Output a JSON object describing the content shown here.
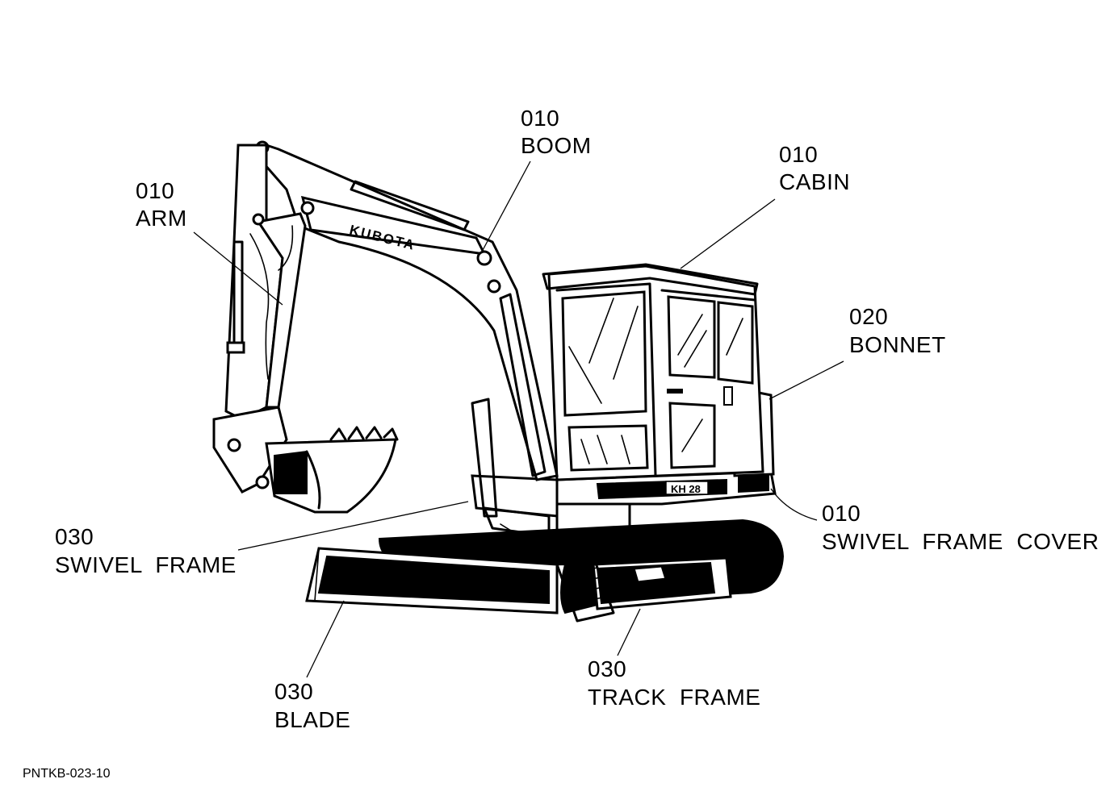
{
  "logo_text": "KUBOTA",
  "model_badge": "KH 28",
  "callouts": {
    "boom": {
      "code": "010",
      "name": "BOOM"
    },
    "cabin": {
      "code": "010",
      "name": "CABIN"
    },
    "arm": {
      "code": "010",
      "name": "ARM"
    },
    "bonnet": {
      "code": "020",
      "name": "BONNET"
    },
    "swivel_frame_cover": {
      "code": "010",
      "name": "SWIVEL  FRAME  COVER"
    },
    "swivel_frame": {
      "code": "030",
      "name": "SWIVEL  FRAME"
    },
    "blade": {
      "code": "030",
      "name": "BLADE"
    },
    "track_frame": {
      "code": "030",
      "name": "TRACK  FRAME"
    }
  },
  "footer_code": "PNTKB-023-10"
}
